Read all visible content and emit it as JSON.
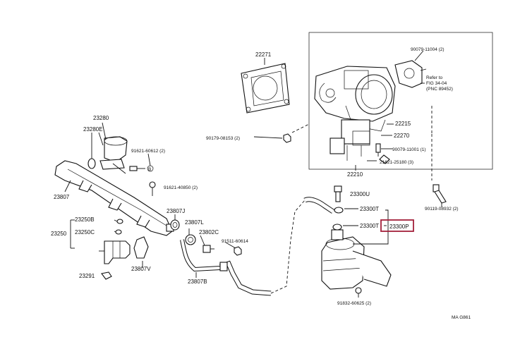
{
  "labels": {
    "p22271": "22271",
    "p90079_11004": "90079-11004 (2)",
    "refer_to_1": "Refer to",
    "refer_to_2": "FIG 34-04",
    "refer_to_3": "(PNC 89452)",
    "p22215": "22215",
    "p22270": "22270",
    "p90079_11001": "90079-11001 (1)",
    "p21621_25180": "21621-25180 (3)",
    "p22210": "22210",
    "p90179_08153": "90179-08153 (2)",
    "p23280": "23280",
    "p23280E": "23280E",
    "p91621_60612": "91621-60612 (2)",
    "p23807": "23807",
    "p91621_40850": "91621-40850 (2)",
    "p23300U": "23300U",
    "p23300T_top": "23300T",
    "p23300T": "23300T",
    "p23300P": "23300P",
    "p90119_08932": "90119-08932 (2)",
    "p23250B": "23250B",
    "p23250": "23250",
    "p23250C": "23250C",
    "p23807J": "23807J",
    "p23807L": "23807L",
    "p23802C": "23802C",
    "p91511_60614": "91511-60614",
    "p23807V": "23807V",
    "p23807B": "23807B",
    "p23291": "23291",
    "p91832_60625": "91832-60625 (2)",
    "fig_code": "MA G861",
    "marker_b": "B"
  },
  "highlight_color": "#a3203a",
  "icons": [
    "bolt-icon",
    "washer-icon",
    "clip-icon"
  ]
}
